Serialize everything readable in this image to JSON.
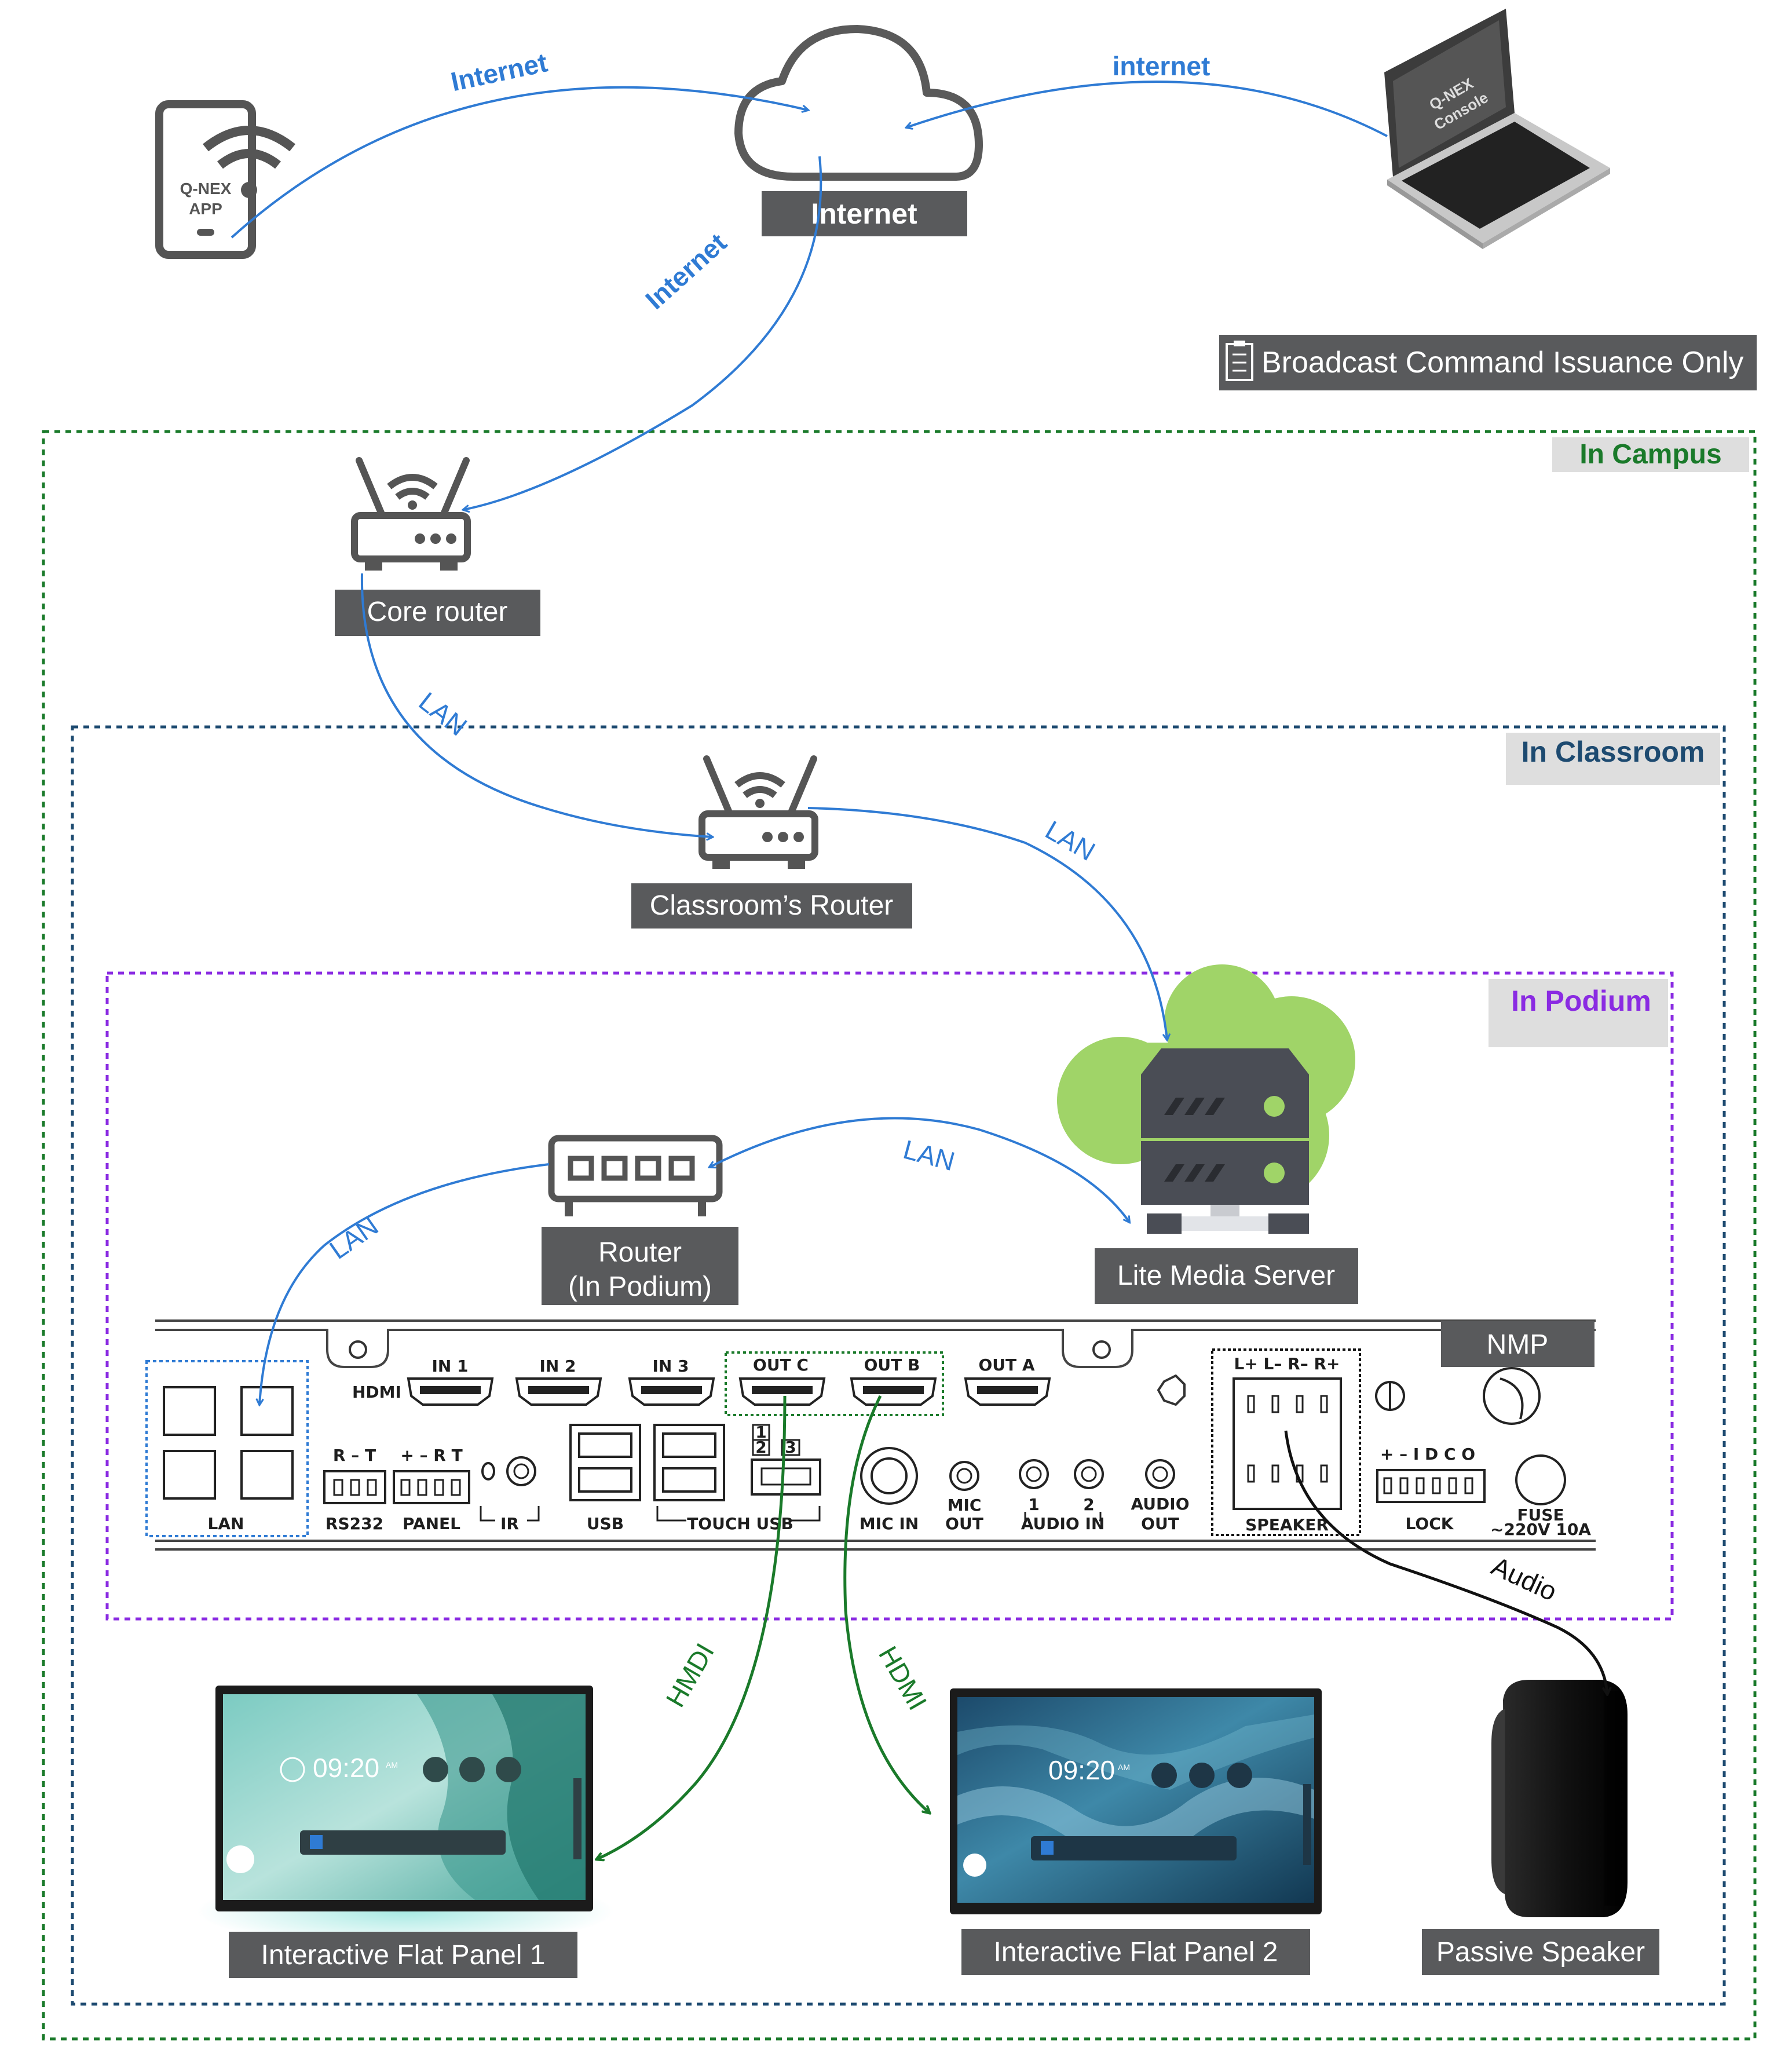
{
  "colors": {
    "internet_link": "#2f7bd4",
    "hdmi_link": "#1a7a2a",
    "audio_link": "#111111",
    "campus_border": "#1a7a2a",
    "classroom_border": "#1d4a70",
    "podium_border": "#8a2be2",
    "label_box": "#595a5c",
    "zone_tag": "#dedede",
    "server_cloud": "#a0d468"
  },
  "devices": {
    "phone": {
      "line1": "Q-NEX",
      "line2": "APP"
    },
    "cloud": {
      "label": "Internet"
    },
    "laptop": {
      "line1": "Q-NEX",
      "line2": "Console"
    },
    "note": {
      "label": "Broadcast Command Issuance Only",
      "icon": "clipboard-icon"
    },
    "core_router": {
      "label": "Core router"
    },
    "classroom_router": {
      "label": "Classroom’s Router"
    },
    "podium_router": {
      "line1": "Router",
      "line2": "(In Podium)"
    },
    "media_server": {
      "label": "Lite Media Server"
    },
    "nmp": {
      "label": "NMP"
    },
    "panel1": {
      "label": "Interactive Flat Panel 1",
      "clock": "09:20",
      "ampm": "AM"
    },
    "panel2": {
      "label": "Interactive Flat Panel 2",
      "clock": "09:20",
      "ampm": "AM"
    },
    "speaker": {
      "label": "Passive Speaker"
    }
  },
  "zones": {
    "campus": "In Campus",
    "classroom": "In Classroom",
    "podium": "In Podium"
  },
  "links": {
    "phone_cloud": "Internet",
    "laptop_cloud": "internet",
    "cloud_router": "Internet",
    "core_classroom": "LAN",
    "classroom_server": "LAN",
    "server_podium": "LAN",
    "podium_nmp": "LAN",
    "hdmi1": "HMDI",
    "hdmi2": "HDMI",
    "audio": "Audio"
  },
  "nmp_ports": {
    "hdmi": "HDMI",
    "in1": "IN 1",
    "in2": "IN 2",
    "in3": "IN 3",
    "outc": "OUT C",
    "outb": "OUT B",
    "outa": "OUT A",
    "lan": "LAN",
    "rs232": "RS232",
    "rs232_pins": "R – T",
    "panel": "PANEL",
    "panel_pins": "+ – R T",
    "ir": "IR",
    "usb": "USB",
    "touch_usb": "TOUCH USB",
    "mic_in": "MIC IN",
    "mic_out_1": "MIC",
    "mic_out_2": "OUT",
    "audio_in": "AUDIO IN",
    "audio_in_1": "1",
    "audio_in_2": "2",
    "audio_out_1": "AUDIO",
    "audio_out_2": "OUT",
    "speaker": "SPEAKER",
    "speaker_pins": "L+ L– R– R+",
    "lock": "LOCK",
    "lock_pins": "+ – I D C O",
    "fuse": "FUSE",
    "fuse_rating": "~220V 10A",
    "touch_num1": "1",
    "touch_num2": "2",
    "touch_num3": "3"
  }
}
